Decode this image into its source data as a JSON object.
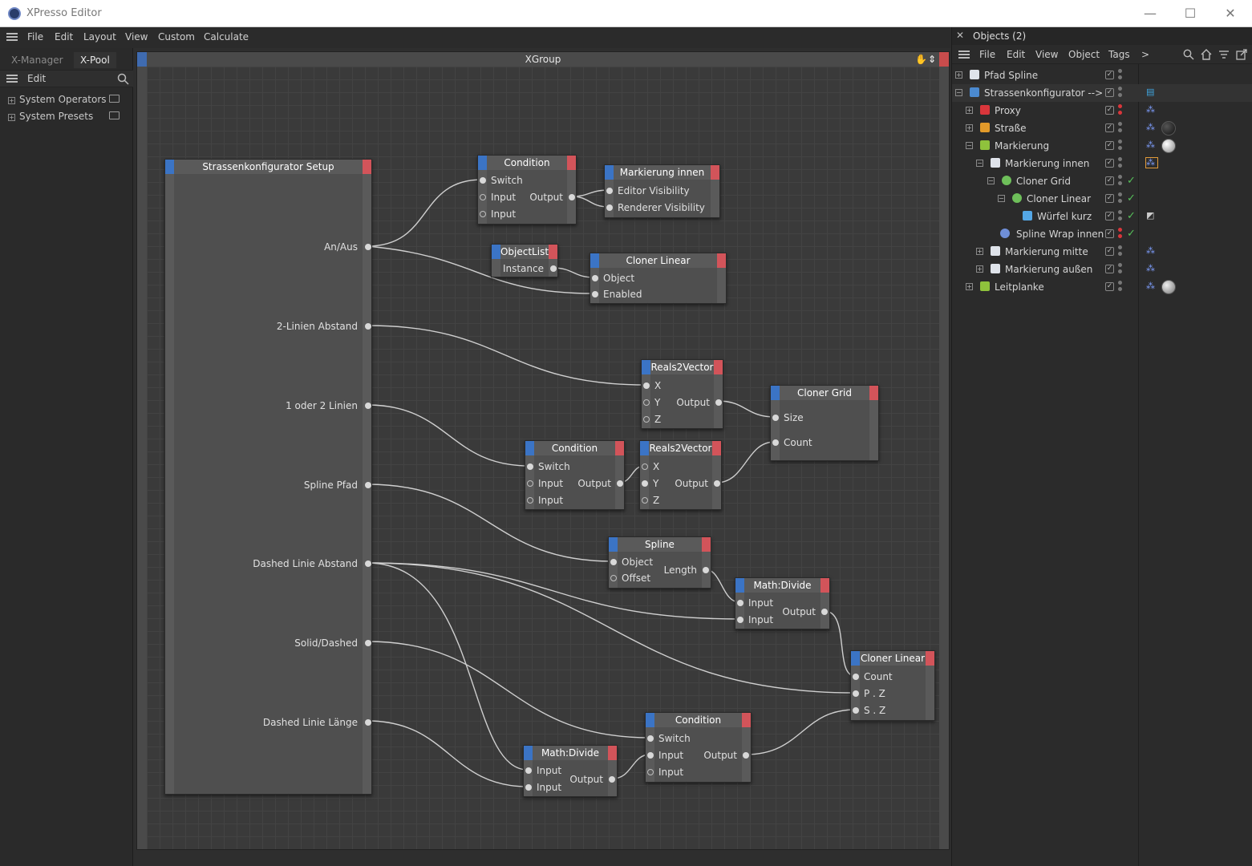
{
  "window": {
    "title": "XPresso Editor"
  },
  "menubar": {
    "items": [
      "File",
      "Edit",
      "Layout",
      "View",
      "Custom",
      "Calculate"
    ]
  },
  "pool": {
    "tabs": [
      "X-Manager",
      "X-Pool"
    ],
    "toolbar_label": "Edit",
    "items": [
      "System Operators",
      "System Presets"
    ]
  },
  "xgroup": {
    "title": "XGroup"
  },
  "nodes": {
    "setup": {
      "title": "Strassenkonfigurator Setup",
      "ports": [
        "An/Aus",
        "2-Linien Abstand",
        "1 oder 2 Linien",
        "Spline Pfad",
        "Dashed Linie Abstand",
        "Solid/Dashed",
        "Dashed Linie Länge"
      ]
    },
    "cond1": {
      "title": "Condition",
      "inputs": [
        "Switch",
        "Input",
        "Input"
      ],
      "output": "Output"
    },
    "mark": {
      "title": "Markierung innen",
      "inputs": [
        "Editor Visibility",
        "Renderer Visibility"
      ]
    },
    "objlist": {
      "title": "ObjectList",
      "output": "Instance"
    },
    "cl1": {
      "title": "Cloner Linear",
      "inputs": [
        "Object",
        "Enabled"
      ]
    },
    "r2v1": {
      "title": "Reals2Vector",
      "inputs": [
        "X",
        "Y",
        "Z"
      ],
      "output": "Output"
    },
    "grid": {
      "title": "Cloner Grid",
      "inputs": [
        "Size",
        "Count"
      ]
    },
    "cond2": {
      "title": "Condition",
      "inputs": [
        "Switch",
        "Input",
        "Input"
      ],
      "output": "Output"
    },
    "r2v2": {
      "title": "Reals2Vector",
      "inputs": [
        "X",
        "Y",
        "Z"
      ],
      "output": "Output"
    },
    "spline": {
      "title": "Spline",
      "inputs": [
        "Object",
        "Offset"
      ],
      "output": "Length"
    },
    "md1": {
      "title": "Math:Divide",
      "inputs": [
        "Input",
        "Input"
      ],
      "output": "Output"
    },
    "cl2": {
      "title": "Cloner Linear",
      "inputs": [
        "Count",
        "P . Z",
        "S . Z"
      ]
    },
    "cond3": {
      "title": "Condition",
      "inputs": [
        "Switch",
        "Input",
        "Input"
      ],
      "output": "Output"
    },
    "md2": {
      "title": "Math:Divide",
      "inputs": [
        "Input",
        "Input"
      ],
      "output": "Output"
    }
  },
  "objects_panel": {
    "title": "Objects (2)",
    "menu": [
      "File",
      "Edit",
      "View",
      "Object",
      "Tags"
    ],
    "more_glyph": ">",
    "rows": [
      {
        "label": "Pfad Spline"
      },
      {
        "label": "Strassenkonfigurator -->"
      },
      {
        "label": "Proxy"
      },
      {
        "label": "Straße"
      },
      {
        "label": "Markierung"
      },
      {
        "label": "Markierung innen"
      },
      {
        "label": "Cloner Grid"
      },
      {
        "label": "Cloner Linear"
      },
      {
        "label": "Würfel kurz"
      },
      {
        "label": "Spline Wrap innen"
      },
      {
        "label": "Markierung mitte"
      },
      {
        "label": "Markierung außen"
      },
      {
        "label": "Leitplanke"
      }
    ]
  },
  "colors": {
    "accent_blue": "#3b74c5",
    "accent_red": "#d2545a",
    "check_green": "#56c05a"
  }
}
